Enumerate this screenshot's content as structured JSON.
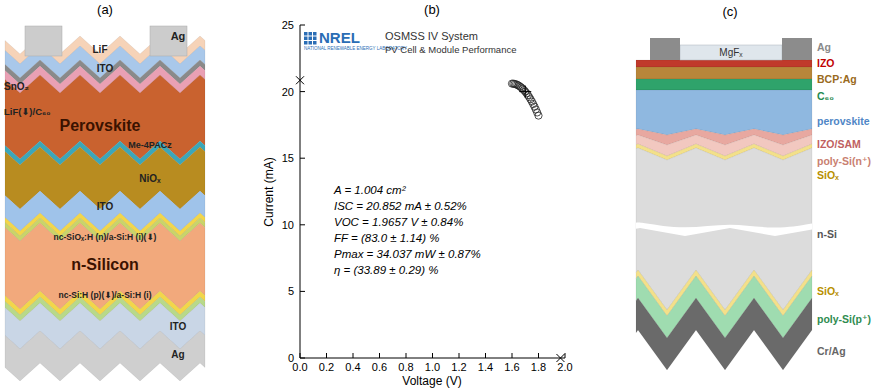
{
  "diagram": {
    "labels": [
      "(a)",
      "LiF",
      "Ag",
      "SnO₂",
      "ITO",
      "LiF(⬇)/C₆₀",
      "Perovskite",
      "Me-4PACz",
      "NiOₓ",
      "ITO",
      "nc-SiOₓ:H (n)/a-Si:H (i)(⬇)",
      "n-Silicon",
      "nc-Si:H (p)(⬇)/a-Si:H (i)",
      "ITO",
      "Ag",
      "(b)",
      "NREL",
      "NATIONAL RENEWABLE ENERGY LABORATORY",
      "OSMSS IV System",
      "PV Cell & Module Performance",
      "0",
      "5",
      "10",
      "15",
      "20",
      "25",
      "0.0",
      "0.2",
      "0.4",
      "0.6",
      "0.8",
      "1.0",
      "1.2",
      "1.4",
      "1.6",
      "1.8",
      "2.0",
      "Current (mA)",
      "Voltage (V)",
      "A = 1.004 cm²",
      "ISC = 20.852 mA ± 0.52%",
      "VOC = 1.9657 V ± 0.84%",
      "FF = (83.0 ± 1.14) %",
      "Pmax = 34.037 mW ± 0.87%",
      "η = (33.89 ± 0.29) %",
      "(c)",
      "MgFₓ",
      "Ag",
      "IZO",
      "BCP:Ag",
      "C₆₀",
      "perovskite",
      "IZO/SAM",
      "poly-Si(n⁺)",
      "SiOₓ",
      "n-Si",
      "SiOₓ",
      "poly-Si(p⁺)",
      "Cr/Ag"
    ]
  }
}
